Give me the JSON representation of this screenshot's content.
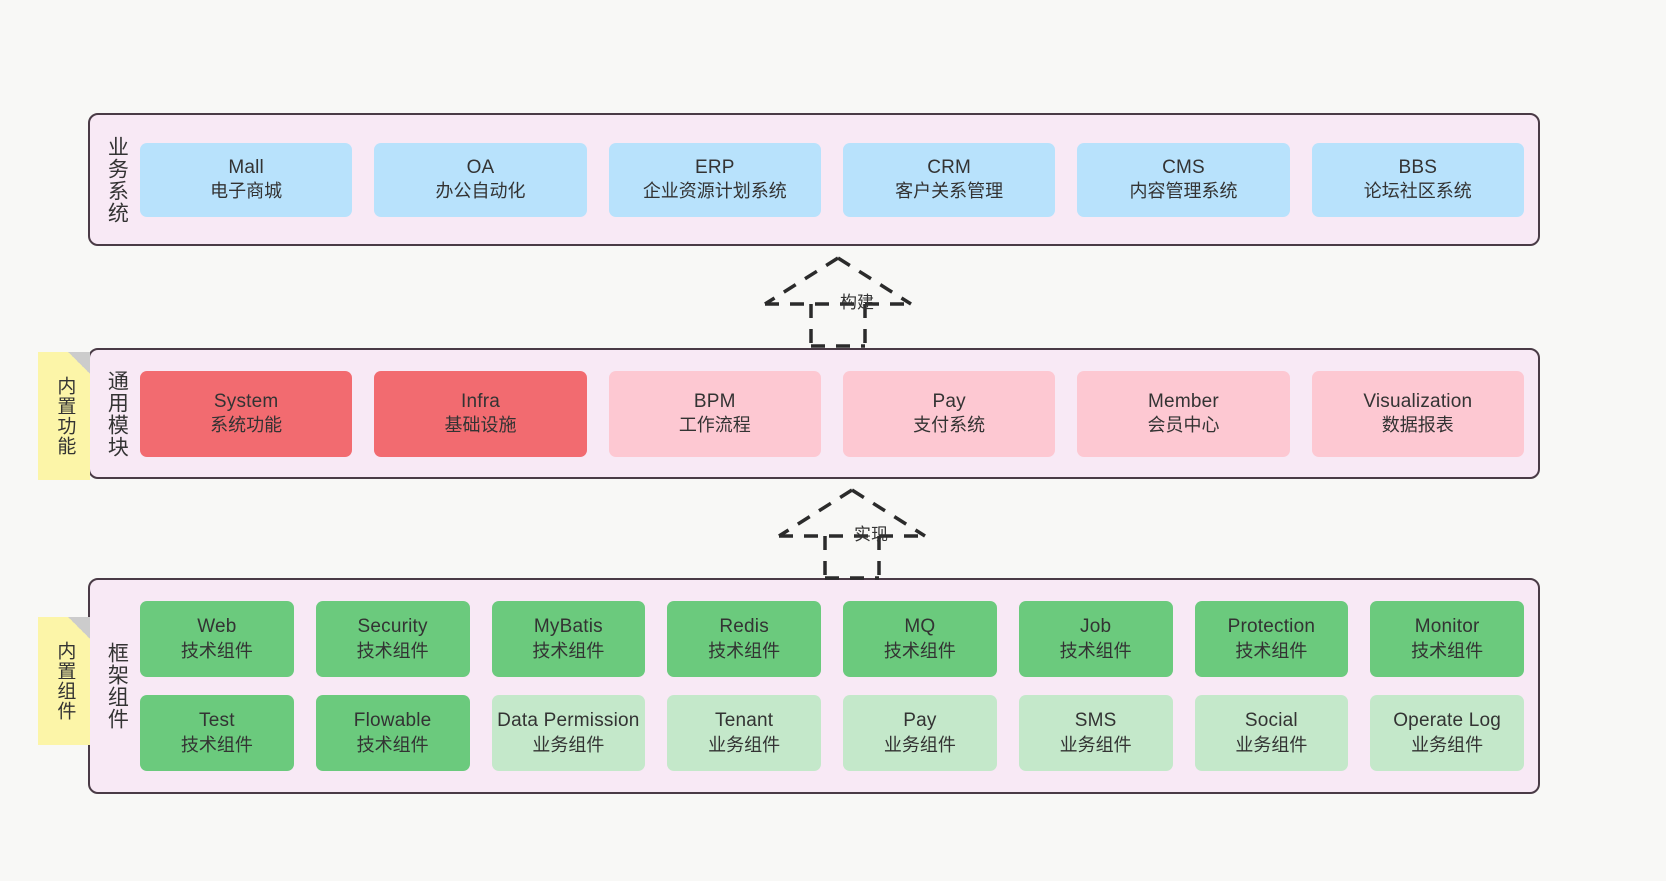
{
  "diagram": {
    "background_color": "#f8f8f6",
    "panel_color": "#f8e9f5",
    "panel_border_color": "#4a3b46",
    "note_color": "#fcf5a8"
  },
  "layers": {
    "business": {
      "title": "业务系统",
      "card_color": "#b8e2fc",
      "cards": [
        {
          "en": "Mall",
          "cn": "电子商城"
        },
        {
          "en": "OA",
          "cn": "办公自动化"
        },
        {
          "en": "ERP",
          "cn": "企业资源计划系统"
        },
        {
          "en": "CRM",
          "cn": "客户关系管理"
        },
        {
          "en": "CMS",
          "cn": "内容管理系统"
        },
        {
          "en": "BBS",
          "cn": "论坛社区系统"
        }
      ]
    },
    "modules": {
      "title": "通用模块",
      "card_color_primary": "#f26b70",
      "card_color_secondary": "#fdc8d2",
      "cards": [
        {
          "en": "System",
          "cn": "系统功能",
          "variant": "red"
        },
        {
          "en": "Infra",
          "cn": "基础设施",
          "variant": "red"
        },
        {
          "en": "BPM",
          "cn": "工作流程",
          "variant": "pink"
        },
        {
          "en": "Pay",
          "cn": "支付系统",
          "variant": "pink"
        },
        {
          "en": "Member",
          "cn": "会员中心",
          "variant": "pink"
        },
        {
          "en": "Visualization",
          "cn": "数据报表",
          "variant": "pink"
        }
      ]
    },
    "framework": {
      "title": "框架组件",
      "card_color_tech": "#6bca7d",
      "card_color_biz": "#c4e8ca",
      "row1": [
        {
          "en": "Web",
          "cn": "技术组件"
        },
        {
          "en": "Security",
          "cn": "技术组件"
        },
        {
          "en": "MyBatis",
          "cn": "技术组件"
        },
        {
          "en": "Redis",
          "cn": "技术组件"
        },
        {
          "en": "MQ",
          "cn": "技术组件"
        },
        {
          "en": "Job",
          "cn": "技术组件"
        },
        {
          "en": "Protection",
          "cn": "技术组件"
        },
        {
          "en": "Monitor",
          "cn": "技术组件"
        }
      ],
      "row2": [
        {
          "en": "Test",
          "cn": "技术组件",
          "variant": "tech"
        },
        {
          "en": "Flowable",
          "cn": "技术组件",
          "variant": "tech"
        },
        {
          "en": "Data Permission",
          "cn": "业务组件",
          "variant": "biz"
        },
        {
          "en": "Tenant",
          "cn": "业务组件",
          "variant": "biz"
        },
        {
          "en": "Pay",
          "cn": "业务组件",
          "variant": "biz"
        },
        {
          "en": "SMS",
          "cn": "业务组件",
          "variant": "biz"
        },
        {
          "en": "Social",
          "cn": "业务组件",
          "variant": "biz"
        },
        {
          "en": "Operate Log",
          "cn": "业务组件",
          "variant": "biz"
        }
      ]
    }
  },
  "notes": [
    {
      "text": "内置功能"
    },
    {
      "text": "内置组件"
    }
  ],
  "connectors": [
    {
      "label": "构建",
      "style": "dashed-generalization"
    },
    {
      "label": "实现",
      "style": "dashed-generalization"
    }
  ]
}
